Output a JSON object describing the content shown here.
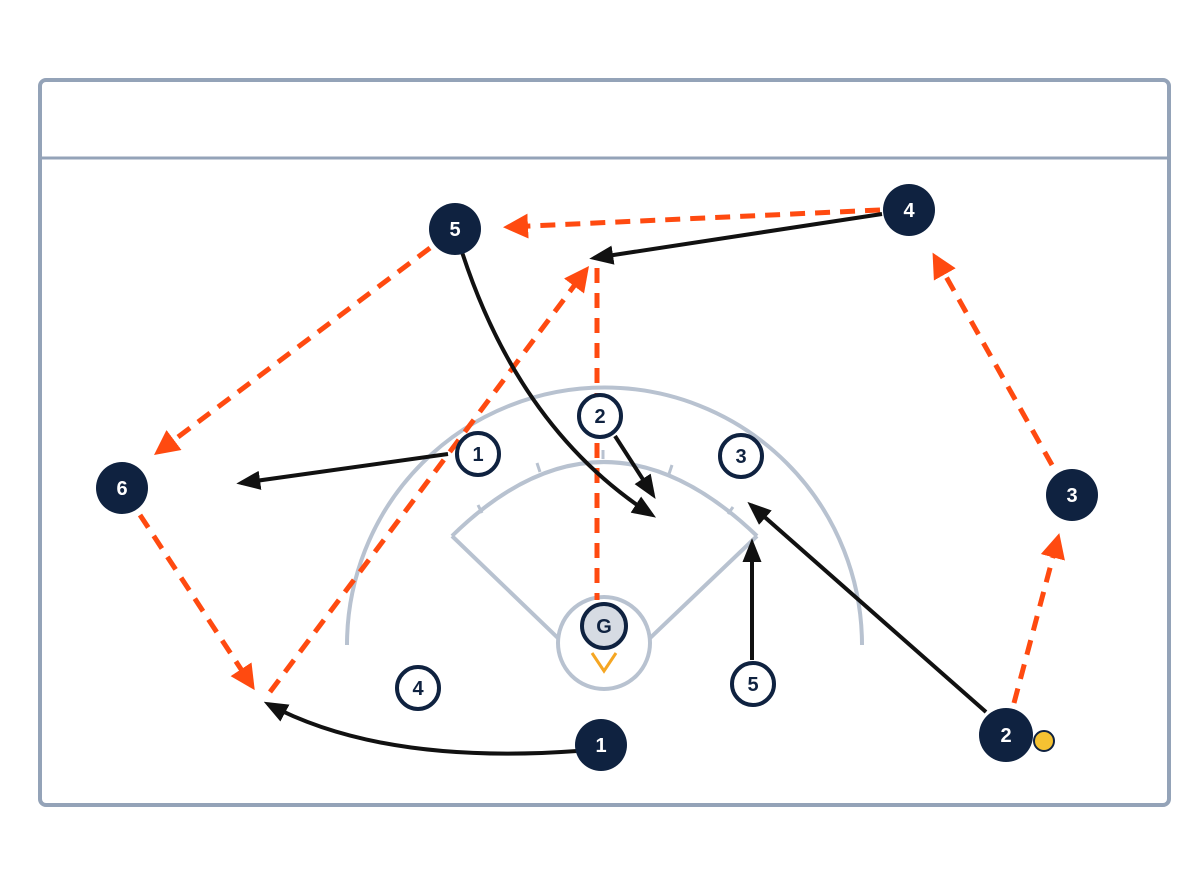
{
  "colors": {
    "frame": "#94a3b8",
    "field_lines": "#b8c2d0",
    "offense_fill": "#0f2240",
    "offense_text": "#ffffff",
    "defense_stroke": "#0f2240",
    "defense_fill": "#ffffff",
    "goalie_fill": "#d6dbe3",
    "pass_line": "#ff4a10",
    "cut_line": "#111111",
    "ball": "#f5c232",
    "goal_marker": "#f5a623"
  },
  "offense": [
    {
      "id": "o1",
      "label": "1"
    },
    {
      "id": "o2",
      "label": "2"
    },
    {
      "id": "o3",
      "label": "3"
    },
    {
      "id": "o4",
      "label": "4"
    },
    {
      "id": "o5",
      "label": "5"
    },
    {
      "id": "o6",
      "label": "6"
    }
  ],
  "defense": [
    {
      "id": "d1",
      "label": "1"
    },
    {
      "id": "d2",
      "label": "2"
    },
    {
      "id": "d3",
      "label": "3"
    },
    {
      "id": "d4",
      "label": "4"
    },
    {
      "id": "d5",
      "label": "5"
    }
  ],
  "goalie": {
    "label": "G"
  },
  "ball": {
    "holder": "o2"
  },
  "passes_sequence": [
    "o2 to o3",
    "o3 to o4",
    "o4 to o5",
    "o5 to o6",
    "o6 to o1 cut",
    "o1 cut to o4 cut",
    "o4 cut to goal"
  ],
  "cuts": [
    "o1",
    "o2",
    "o4",
    "o5",
    "d1",
    "d2",
    "d5"
  ]
}
